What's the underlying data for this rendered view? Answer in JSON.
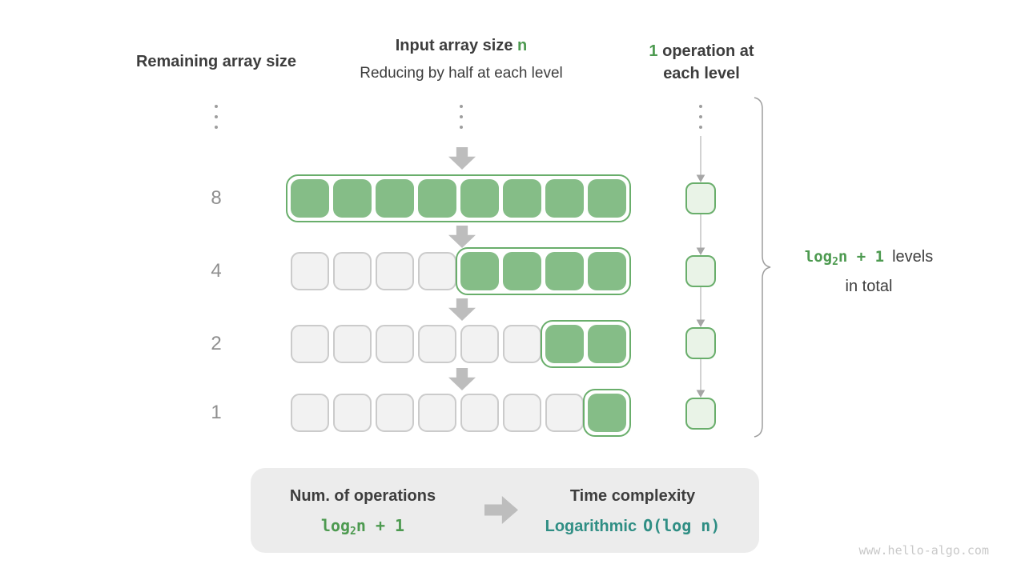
{
  "colors": {
    "green_cell_fill": "#85bd87",
    "green_border": "#69ae6b",
    "light_green_fill": "#e9f3e7",
    "gray_cell_fill": "#f2f2f2",
    "gray_cell_border": "#cbcbcb",
    "text_dark": "#3d3d3d",
    "text_green": "#4d9a50",
    "text_teal": "#2f8e84",
    "arrow_gray": "#bdbdbd",
    "label_gray": "#8f8f8f",
    "summary_box_bg": "#ececec"
  },
  "headers": {
    "left": "Remaining array size",
    "center_line1_prefix": "Input array size ",
    "center_line1_accent": "n",
    "center_line2": "Reducing by half at each level",
    "right_accent": "1",
    "right_line1_rest": " operation at",
    "right_line2": "each level"
  },
  "rows": [
    {
      "label": "8",
      "gray": 0,
      "green": 8
    },
    {
      "label": "4",
      "gray": 4,
      "green": 4
    },
    {
      "label": "2",
      "gray": 6,
      "green": 2
    },
    {
      "label": "1",
      "gray": 7,
      "green": 1
    }
  ],
  "ops_column": {
    "boxes": 4
  },
  "brace_label": {
    "formula_log": "log",
    "formula_sub": "2",
    "formula_rest": "n + 1",
    "text_line1": "levels",
    "text_line2": "in total"
  },
  "summary": {
    "left_title": "Num. of operations",
    "left_formula_log": "log",
    "left_formula_sub": "2",
    "left_formula_rest": "n + 1",
    "right_title": "Time complexity",
    "right_value_word": "Logarithmic",
    "right_value_code": "O(log n)"
  },
  "watermark": "www.hello-algo.com"
}
